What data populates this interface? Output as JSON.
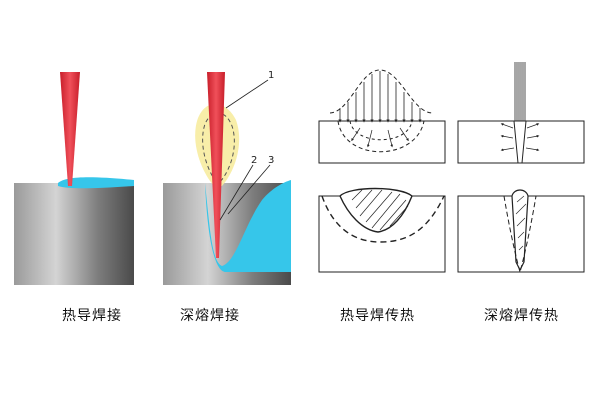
{
  "captions": {
    "conduction_welding": "热导焊接",
    "keyhole_welding": "深熔焊接",
    "conduction_heat_transfer": "热导焊传热",
    "keyhole_heat_transfer": "深熔焊传热"
  },
  "callouts": [
    "1",
    "2",
    "3"
  ],
  "colors": {
    "laser_beam": "#e0303a",
    "molten_pool": "#36c6ea",
    "plasma_plume": "#f7eca0",
    "workpiece_light": "#d9d9d9",
    "workpiece_dark": "#5e5e5e",
    "line_art": "#222222"
  }
}
